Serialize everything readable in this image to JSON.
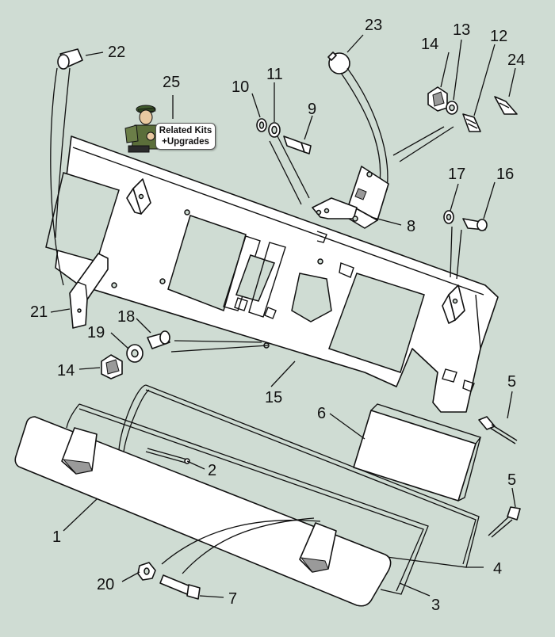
{
  "diagram": {
    "callouts": {
      "c1": "1",
      "c2": "2",
      "c3": "3",
      "c4": "4",
      "c5a": "5",
      "c5b": "5",
      "c6": "6",
      "c7": "7",
      "c8": "8",
      "c9": "9",
      "c10": "10",
      "c11": "11",
      "c12": "12",
      "c13": "13",
      "c14a": "14",
      "c14b": "14",
      "c15": "15",
      "c16": "16",
      "c17": "17",
      "c18": "18",
      "c19": "19",
      "c20": "20",
      "c21": "21",
      "c22": "22",
      "c23": "23",
      "c24": "24",
      "c25": "25"
    }
  },
  "related_kits": {
    "line1": "Related Kits",
    "line2": "+Upgrades",
    "icon": "mechanic-character-icon"
  },
  "colors": {
    "background": "#cfdcd3",
    "line": "#111111",
    "fill": "#ffffff"
  }
}
